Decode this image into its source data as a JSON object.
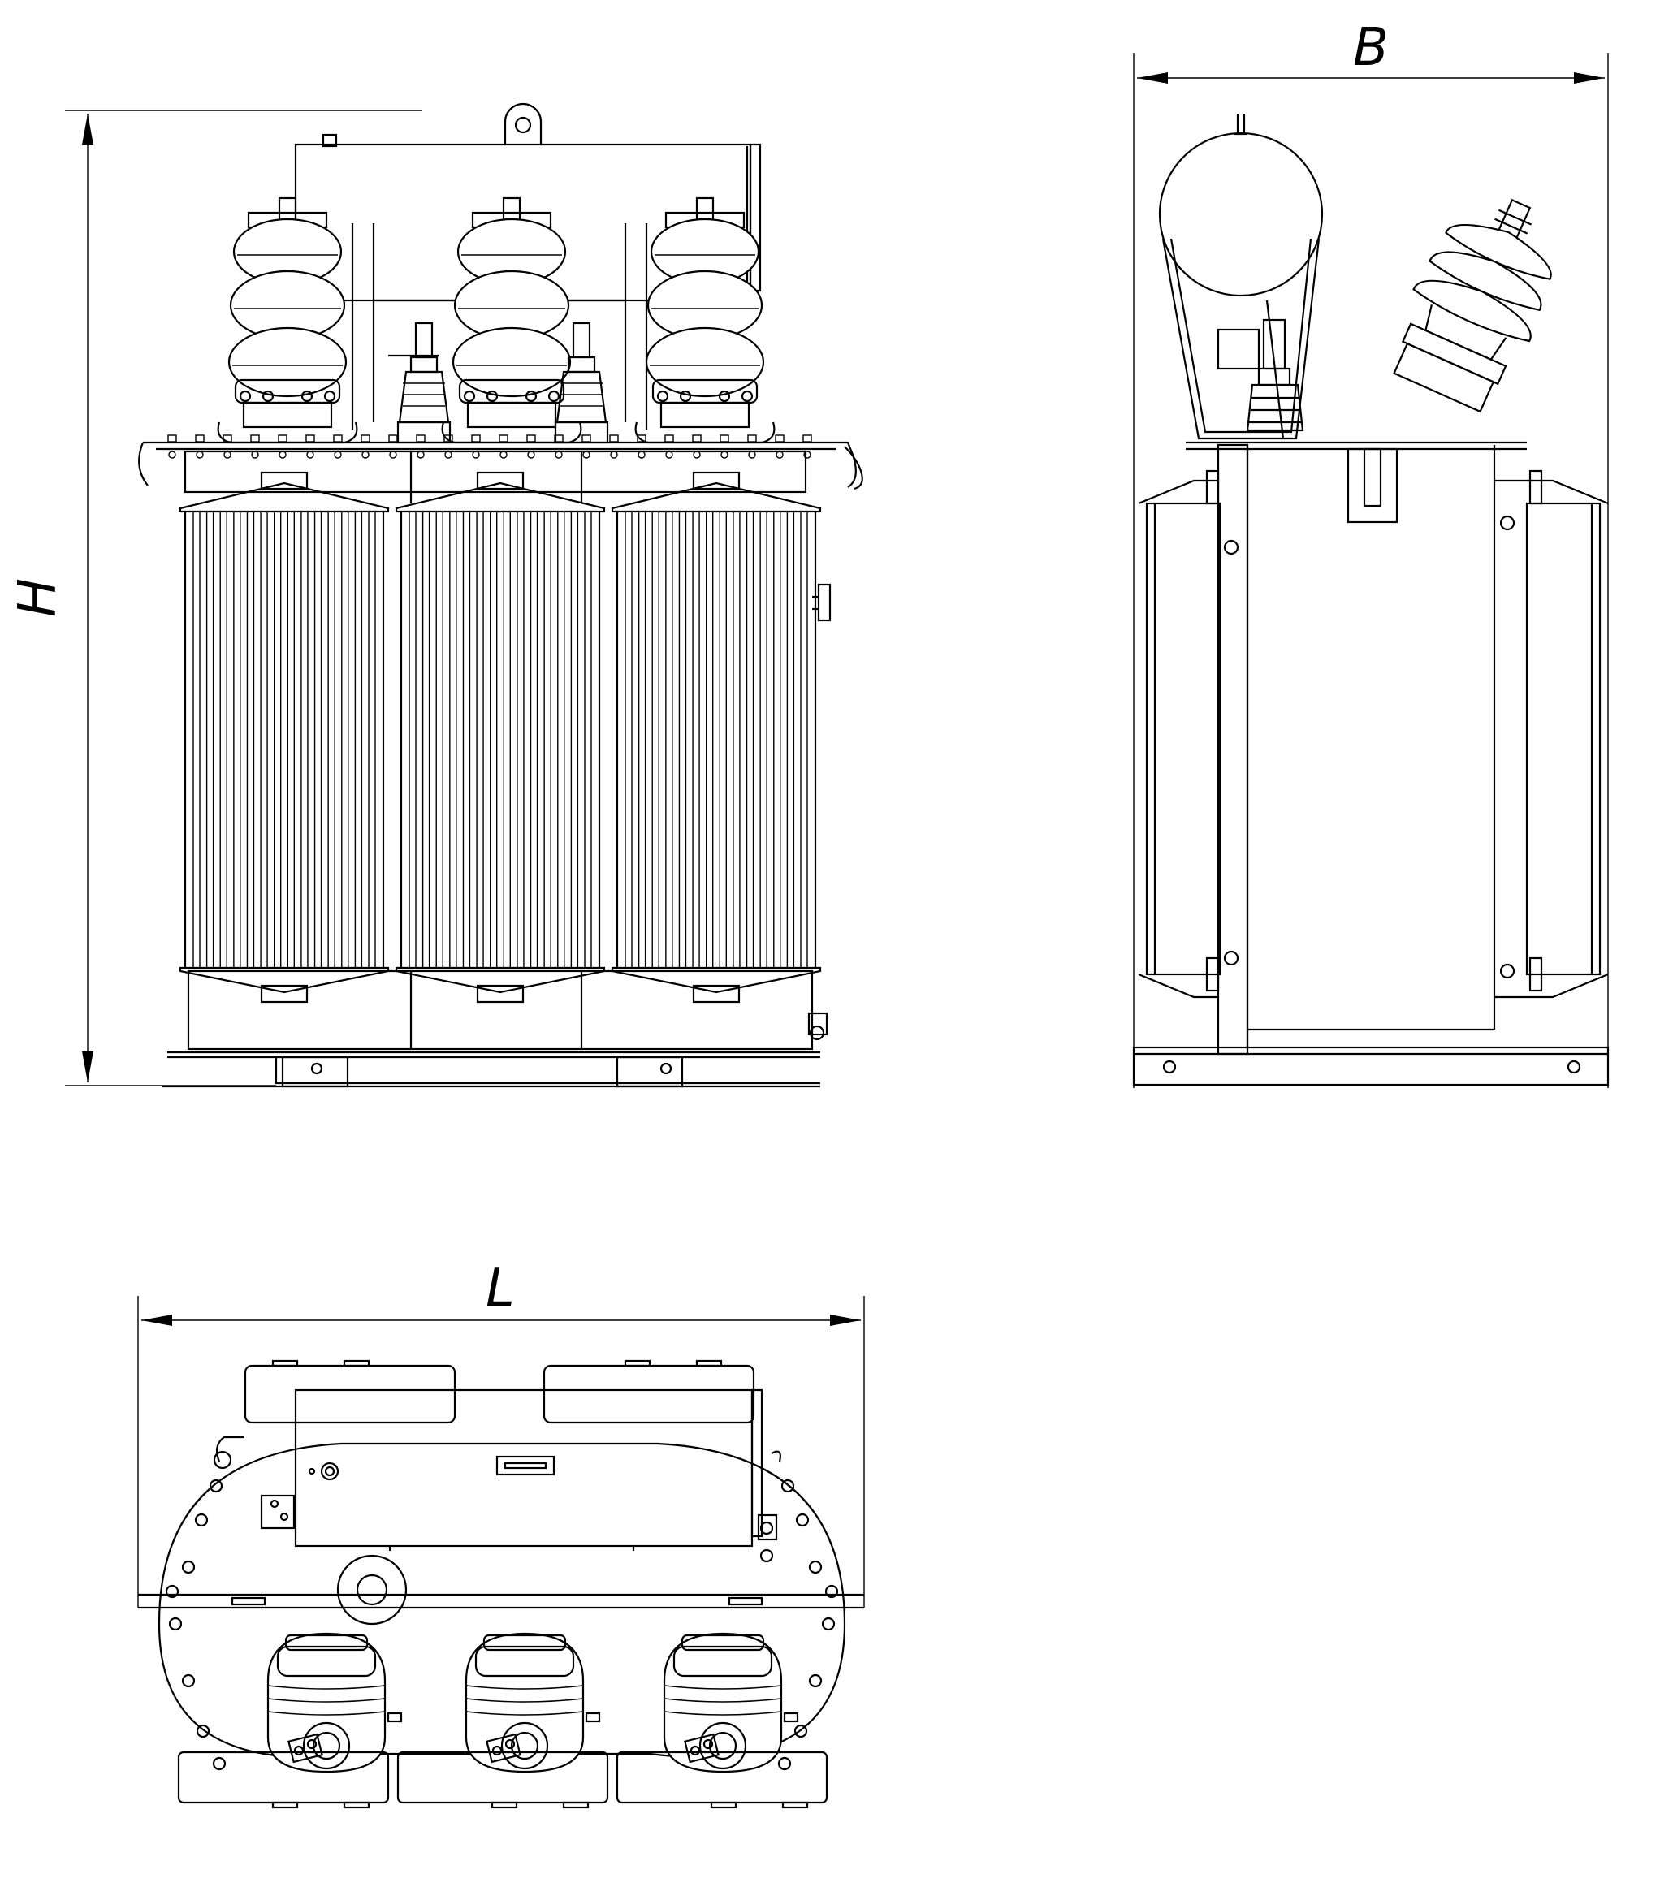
{
  "dimensions": {
    "height_label": "H",
    "width_label": "B",
    "length_label": "L"
  },
  "colors": {
    "line": "#000000",
    "background": "#ffffff"
  }
}
